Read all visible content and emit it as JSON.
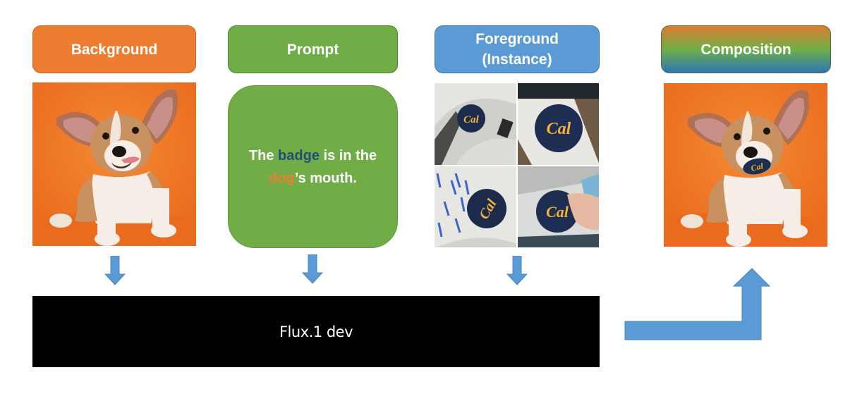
{
  "labels": {
    "background": "Background",
    "prompt": "Prompt",
    "foreground_line1": "Foreground",
    "foreground_line2": "(Instance)",
    "composition": "Composition"
  },
  "prompt_text": {
    "p1": "The ",
    "badge": "badge",
    "p2": " is in the ",
    "dog": "dog",
    "p3": "’s mouth."
  },
  "images": {
    "background": "corgi puppy on orange backdrop",
    "foreground": [
      "Cal badge on white hoodie",
      "Cal badge on desk near keyboard",
      "Cal badge on striped shirt",
      "Cal badge held in hand"
    ],
    "composition": "corgi puppy holding Cal badge in mouth"
  },
  "model": {
    "name": "Flux.1 dev"
  },
  "colors": {
    "background_label": "#ed7d31",
    "prompt_label": "#70ad47",
    "foreground_label": "#5b9bd5",
    "arrow": "#5b9bd5",
    "model_box": "#000000",
    "highlight_badge": "#1f4e79",
    "highlight_dog": "#ed7d31"
  }
}
